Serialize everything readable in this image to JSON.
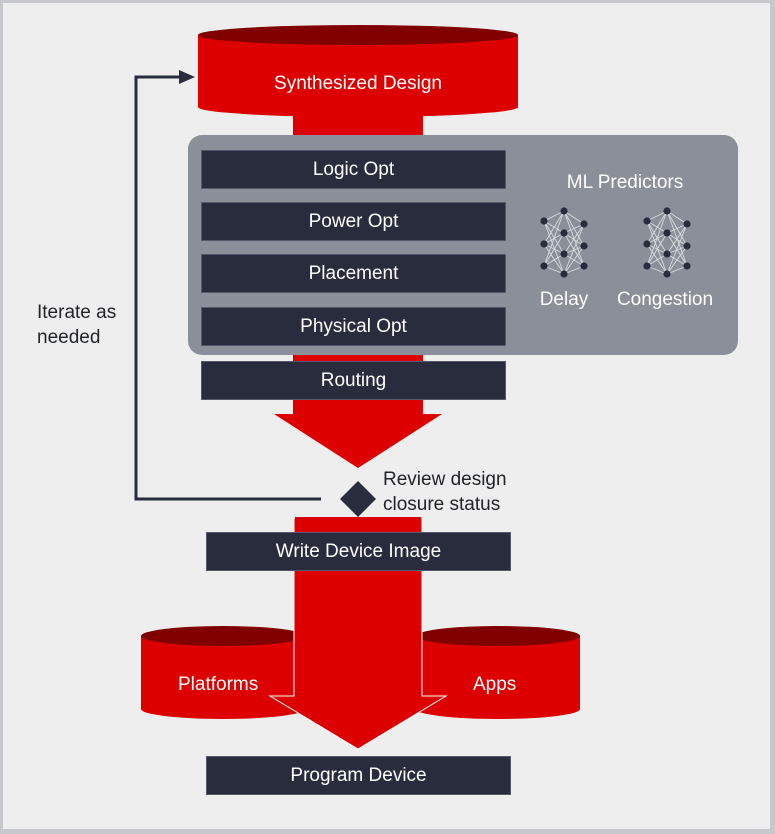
{
  "diagram": {
    "colors": {
      "red": "#dd0000",
      "dark_red": "#800000",
      "dark_box": "#292c3d",
      "panel_gray": "#8b8f99",
      "background": "#eeeeee"
    },
    "source": {
      "label": "Synthesized Design"
    },
    "steps": [
      {
        "label": "Logic Opt"
      },
      {
        "label": "Power Opt"
      },
      {
        "label": "Placement"
      },
      {
        "label": "Physical Opt"
      },
      {
        "label": "Routing"
      }
    ],
    "ml_panel": {
      "title": "ML Predictors",
      "predictors": [
        {
          "label": "Delay",
          "icon": "neural-network-icon"
        },
        {
          "label": "Congestion",
          "icon": "neural-network-icon"
        }
      ]
    },
    "decision": {
      "label_line1": "Review design",
      "label_line2": "closure status",
      "icon": "diamond"
    },
    "loop": {
      "label_line1": "Iterate as",
      "label_line2": "needed"
    },
    "write_step": {
      "label": "Write Device Image"
    },
    "inputs": [
      {
        "label": "Platforms"
      },
      {
        "label": "Apps"
      }
    ],
    "final_step": {
      "label": "Program Device"
    }
  }
}
